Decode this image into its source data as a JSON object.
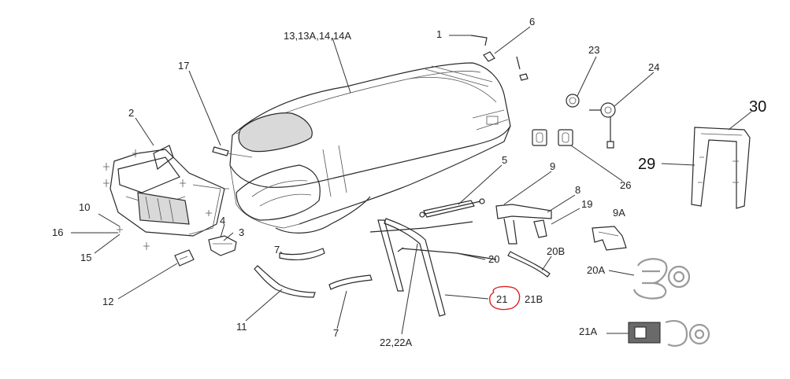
{
  "callouts": {
    "c1": "1",
    "c2": "2",
    "c3": "3",
    "c4": "4",
    "c5": "5",
    "c6": "6",
    "c7a": "7",
    "c7b": "7",
    "c8": "8",
    "c9": "9",
    "c9a": "9A",
    "c10": "10",
    "c11": "11",
    "c12": "12",
    "c13": "13,13A,14,14A",
    "c15": "15",
    "c16": "16",
    "c17": "17",
    "c19": "19",
    "c20": "20",
    "c20a": "20A",
    "c20b": "20B",
    "c21": "21",
    "c21a": "21A",
    "c21b": "21B",
    "c22": "22,22A",
    "c23": "23",
    "c24": "24",
    "c26": "26",
    "c29": "29",
    "c30": "30"
  },
  "colors": {
    "highlight_circle": "#e02020",
    "line": "#2a2a2a",
    "profile_gray": "#9a9a9a"
  }
}
